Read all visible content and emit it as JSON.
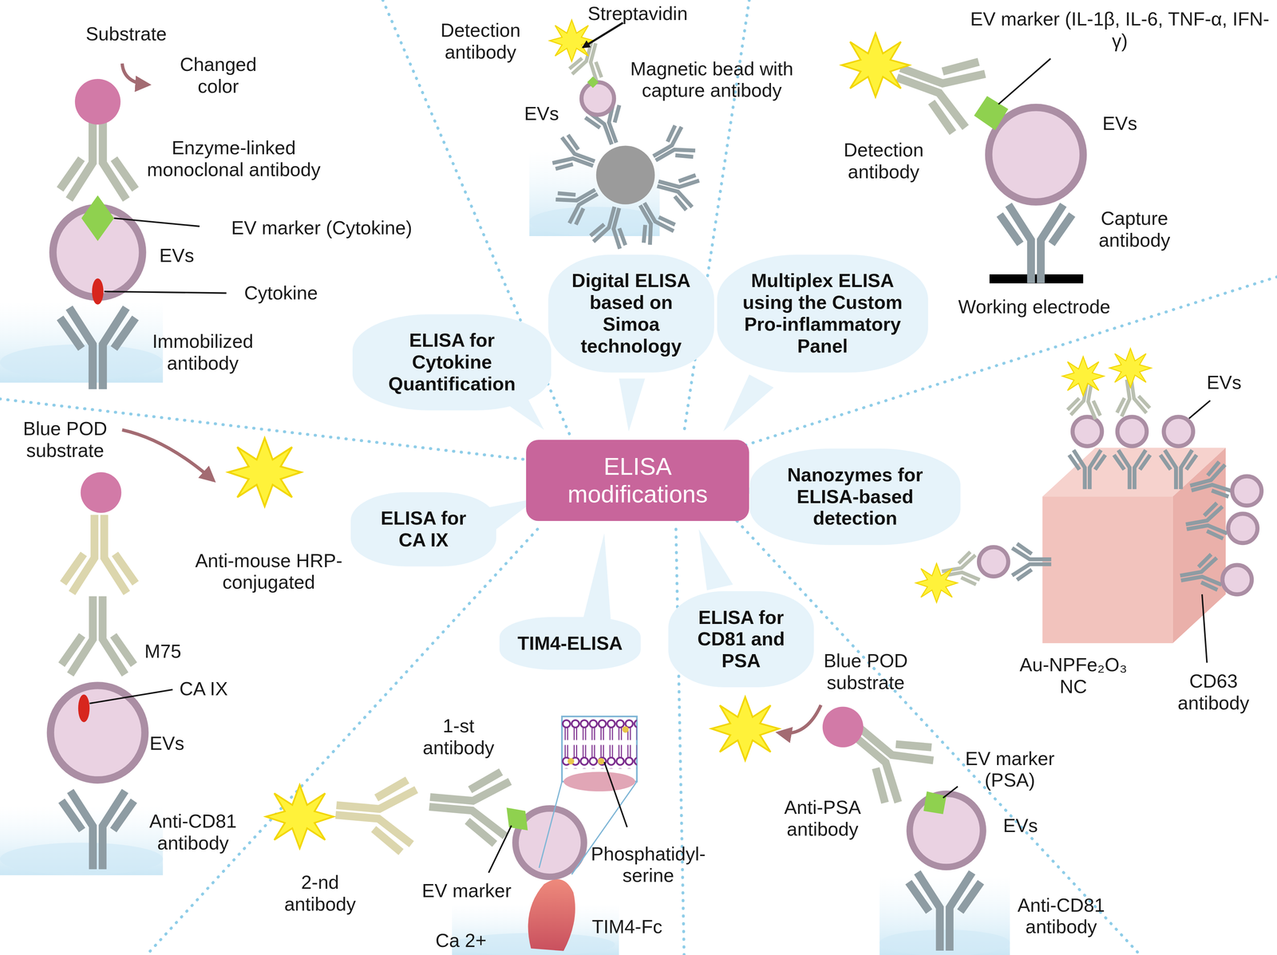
{
  "diagram": {
    "nodes": [
      {
        "text": [
          "ELISA modifications"
        ]
      },
      {
        "text": [
          "ELISA for Cytokine Quantification"
        ]
      },
      {
        "text": [
          "Digital ELISA based on Simoa technology"
        ]
      },
      {
        "text": [
          "Multiplex ELISA using the Custom Pro-inflammatory Panel"
        ]
      },
      {
        "text": [
          "Nanozymes for ELISA-based detection"
        ]
      },
      {
        "text": [
          "ELISA for CD81 and PSA"
        ]
      },
      {
        "text": [
          "TIM4-ELISA"
        ]
      },
      {
        "text": [
          "ELISA for CA IX"
        ]
      }
    ],
    "labels": [
      "Substrate",
      "Changed color",
      "Enzyme-linked monoclonal antibody",
      "EV marker (Cytokine)",
      "EVs",
      "Cytokine",
      "Immobilized antibody",
      "Detection antibody",
      "Streptavidin",
      "Magnetic bead with capture antibody",
      "EVs",
      "EV marker (IL-1β, IL-6, TNF-α, IFN-γ)",
      "EVs",
      "Detection antibody",
      "Capture antibody",
      "Working electrode",
      "EVs",
      "Au-NPFe₂O₃ NC",
      "CD63 antibody",
      "Blue POD substrate",
      "EV marker (PSA)",
      "Anti-PSA antibody",
      "EVs",
      "Anti-CD81 antibody",
      "1-st antibody",
      "Phosphatidyl- serine",
      "EV marker",
      "2-nd antibody",
      "Ca 2+",
      "TIM4-Fc",
      "Blue POD substrate",
      "Anti-mouse HRP-conjugated",
      "M75",
      "CA IX",
      "EVs",
      "Anti-CD81 antibody"
    ]
  }
}
